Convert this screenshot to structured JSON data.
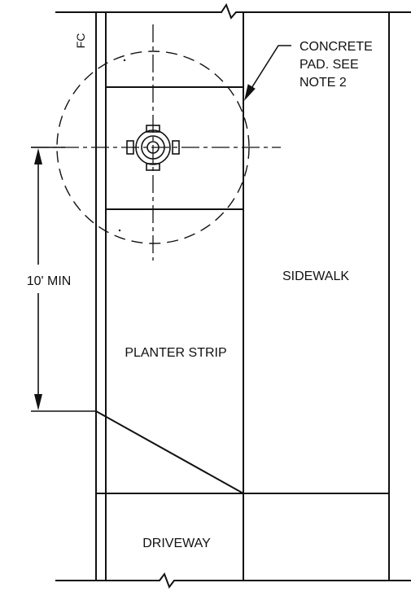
{
  "labels": {
    "fc": "FC",
    "concrete_pad": [
      "CONCRETE",
      "PAD. SEE",
      "NOTE 2"
    ],
    "sidewalk": "SIDEWALK",
    "planter_strip": "PLANTER STRIP",
    "driveway": "DRIVEWAY",
    "dimension": "10' MIN"
  },
  "colors": {
    "ink": "#111111",
    "paper": "#ffffff"
  }
}
